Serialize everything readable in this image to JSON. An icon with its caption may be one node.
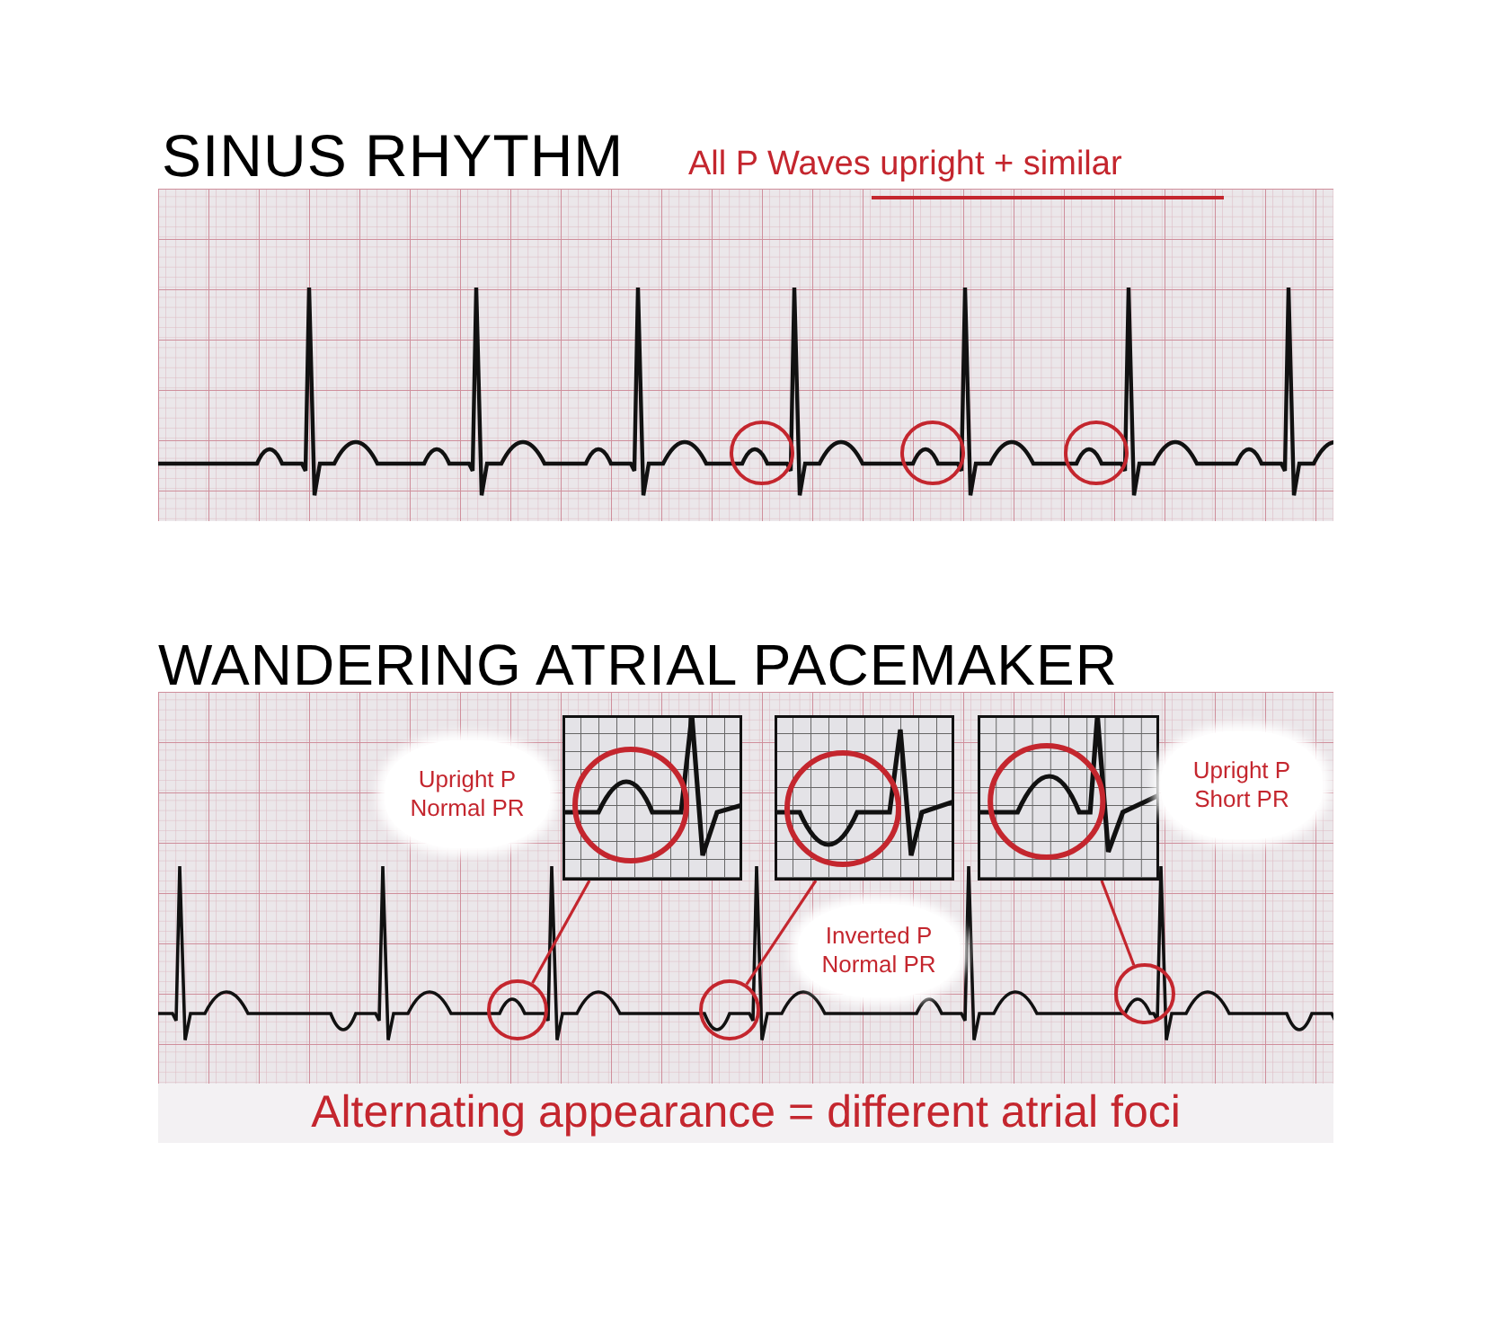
{
  "diagram": {
    "nodes": [
      {
        "text": [
          "Upright P Normal PR"
        ]
      },
      {
        "text": [],
        "shape": "picture"
      },
      {
        "text": [],
        "shape": "picture"
      },
      {
        "text": [],
        "shape": "picture"
      },
      {
        "text": [
          "Upright P Short PR"
        ]
      },
      {
        "text": [
          "Inverted P Normal PR"
        ]
      },
      {
        "text": [],
        "shape": "circle"
      },
      {
        "text": [],
        "shape": "circle"
      },
      {
        "text": [],
        "shape": "circle"
      }
    ],
    "edges": [
      {
        "from": 1,
        "to": 6,
        "arrow": "none"
      },
      {
        "from": 2,
        "to": 7,
        "arrow": "none"
      },
      {
        "from": 3,
        "to": 8,
        "arrow": "none"
      }
    ],
    "labels": [
      "SINUS RHYTHM",
      "All P Waves upright + similar",
      "WANDERING ATRIAL PACEMAKER",
      "Alternating appearance = different atrial foci"
    ]
  }
}
